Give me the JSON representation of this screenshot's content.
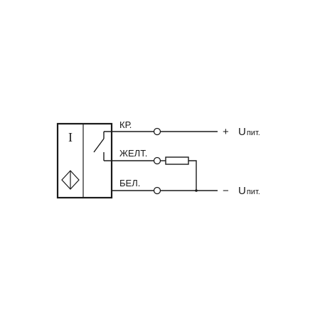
{
  "sensor": {
    "output_symbol": "I"
  },
  "wires": {
    "brown": {
      "label": "КР.",
      "polarity": "+",
      "supply_main": "U",
      "supply_sub": "пит."
    },
    "yellow": {
      "label": "ЖЕЛТ."
    },
    "white": {
      "label": "БЕЛ.",
      "polarity": "−",
      "supply_main": "U",
      "supply_sub": "пит."
    }
  }
}
